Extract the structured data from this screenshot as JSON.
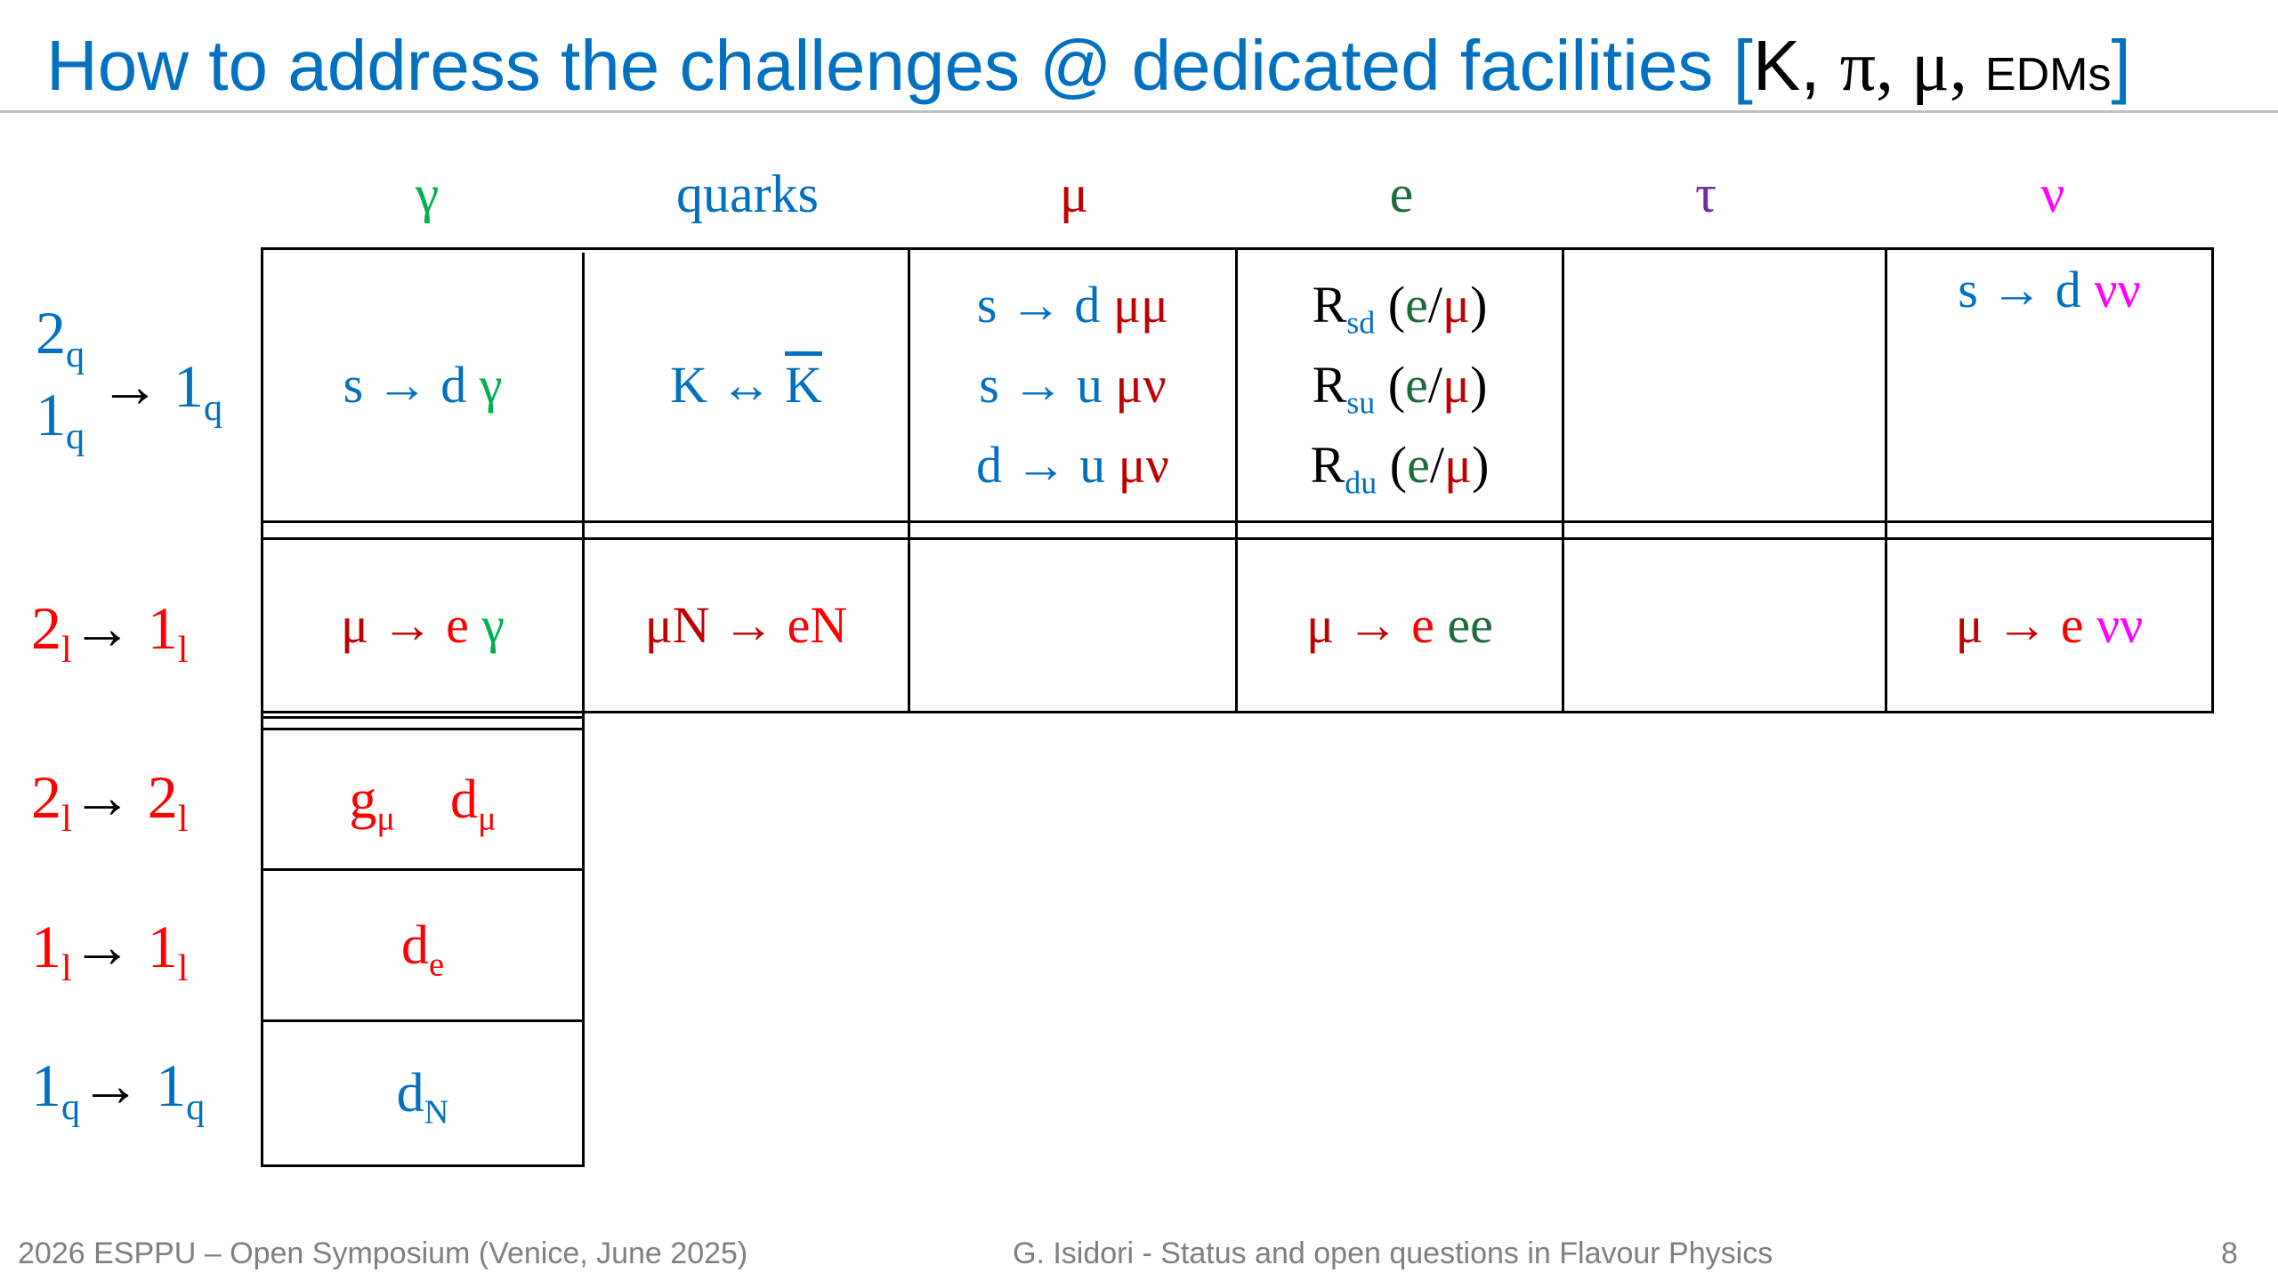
{
  "title": {
    "main": "How to address the challenges @ dedicated facilities",
    "bracket_open": "[",
    "k": "K, ",
    "pi": "π, ",
    "mu": "μ, ",
    "edms": "EDMs",
    "bracket_close": "]"
  },
  "columns": [
    "γ",
    "quarks",
    "μ",
    "e",
    "τ",
    "ν"
  ],
  "rows": {
    "r1": {
      "a": "2",
      "a_sub": "q",
      "b": "1",
      "b_sub": "q",
      "arrow": "→",
      "c": "1",
      "c_sub": "q"
    },
    "r2": {
      "a": "2",
      "a_sub": "l",
      "arrow": "→",
      "c": "1",
      "c_sub": "l"
    },
    "r3": {
      "a": "2",
      "a_sub": "l",
      "arrow": "→",
      "c": "2",
      "c_sub": "l"
    },
    "r4": {
      "a": "1",
      "a_sub": "l",
      "arrow": "→",
      "c": "1",
      "c_sub": "l"
    },
    "r5": {
      "a": "1",
      "a_sub": "q",
      "arrow": "→",
      "c": "1",
      "c_sub": "q"
    }
  },
  "cells": {
    "r1_gamma": {
      "lhs": "s → d ",
      "rhs": "γ"
    },
    "r1_quarks": {
      "k": "K ↔ ",
      "kbar": "K"
    },
    "r1_mu": [
      {
        "lhs": "s → d ",
        "rhs": "μμ"
      },
      {
        "lhs": "s → u ",
        "rhs": "μν"
      },
      {
        "lhs": "d → u ",
        "rhs": "μν"
      }
    ],
    "r1_e": [
      {
        "r": "R",
        "sub": "sd",
        "open": " (",
        "e": "e",
        "slash": "/",
        "mu": "μ",
        "close": ")"
      },
      {
        "r": "R",
        "sub": "su",
        "open": " (",
        "e": "e",
        "slash": "/",
        "mu": "μ",
        "close": ")"
      },
      {
        "r": "R",
        "sub": "du",
        "open": " (",
        "e": "e",
        "slash": "/",
        "mu": "μ",
        "close": ")"
      }
    ],
    "r1_nu": {
      "lhs": "s → d ",
      "rhs": "νν"
    },
    "r2_gamma": {
      "mu": "μ → ",
      "e": "e ",
      "g": "γ"
    },
    "r2_quarks": {
      "mu": "μN → ",
      "e": "eN"
    },
    "r2_e": {
      "mu": "μ → ",
      "e": "e ",
      "ee": "ee"
    },
    "r2_nu": {
      "mu": "μ → ",
      "e": "e ",
      "nn": "νν"
    },
    "r3": {
      "g": "g",
      "g_sub": "μ",
      "d": "d",
      "d_sub": "μ"
    },
    "r4": {
      "d": "d",
      "d_sub": "e"
    },
    "r5": {
      "d": "d",
      "d_sub": "N"
    }
  },
  "footer": {
    "left": "2026 ESPPU – Open Symposium (Venice, June 2025)",
    "center": "G. Isidori - Status and open questions in Flavour Physics",
    "page": "8"
  }
}
